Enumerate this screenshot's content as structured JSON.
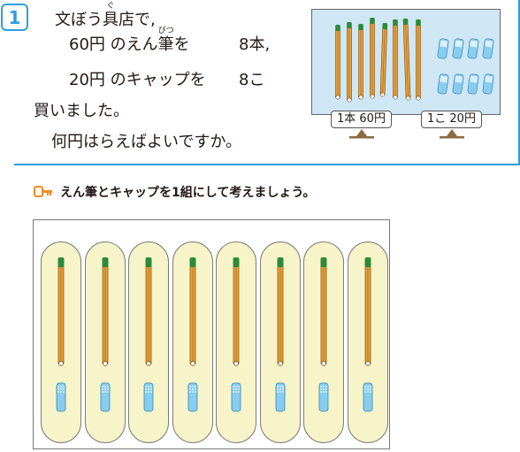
{
  "problem": {
    "number": "1",
    "line1_text": "文ぼう",
    "line1_kanji": "具",
    "line1_kanji_reading": "ぐ",
    "line1_rest": "店で,",
    "line2_price": "60円",
    "line2_mid": "のえん",
    "line2_kanji": "筆",
    "line2_kanji_reading": "ぴつ",
    "line2_obj": "を",
    "line2_count": "8本,",
    "line3_price": "20円",
    "line3_mid": "のキャップを",
    "line3_count": "8こ",
    "line4": "買いました。",
    "line5": "何円はらえばよいですか。"
  },
  "illustration": {
    "pencil_count": 8,
    "cap_count": 8,
    "pencil_price_label": "1本 60円",
    "cap_price_label": "1こ 20円"
  },
  "hint": {
    "icon": "key-icon",
    "text": "えん筆とキャップを1組にして考えましょう。"
  },
  "work_area": {
    "pair_count": 8
  },
  "colors": {
    "accent_blue": "#2b9fdc",
    "pencil_body": "#e6a23a",
    "pencil_cap_green": "#2c8a3a",
    "cap_blue": "#86cdf0",
    "capsule_fill": "#f7f4c9",
    "illus_bg": "#cfe6f5",
    "scale_brown": "#8b6a43"
  }
}
